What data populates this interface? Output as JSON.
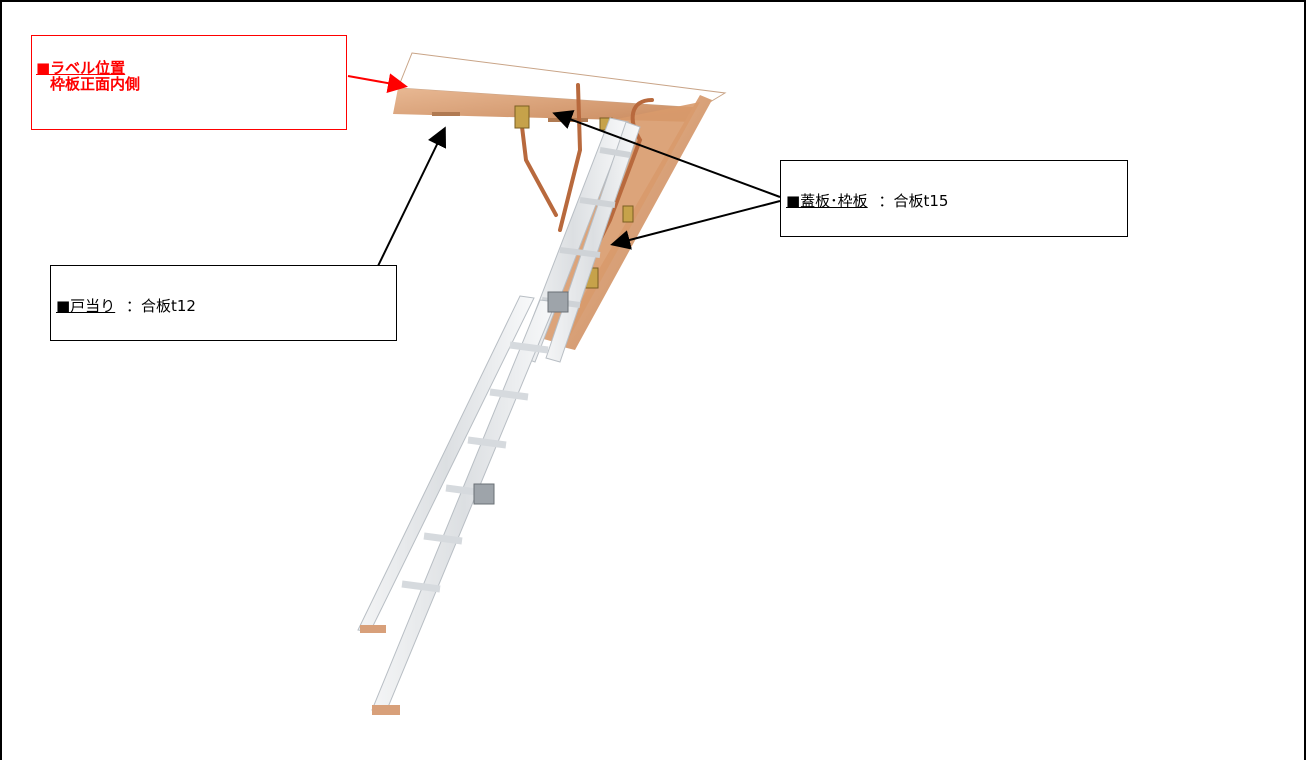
{
  "label_position": {
    "line1": "■ラベル位置",
    "line2": "枠板正面内側"
  },
  "cover_frame_board": {
    "title": "■蓋板･枠板",
    "spec": "：合板t15"
  },
  "door_stop": {
    "title": "■戸当り",
    "spec": "：合板t12"
  },
  "colors": {
    "accent_red": "#ff0000",
    "wood": "#d9a27a",
    "aluminum": "#e6e8ea"
  }
}
